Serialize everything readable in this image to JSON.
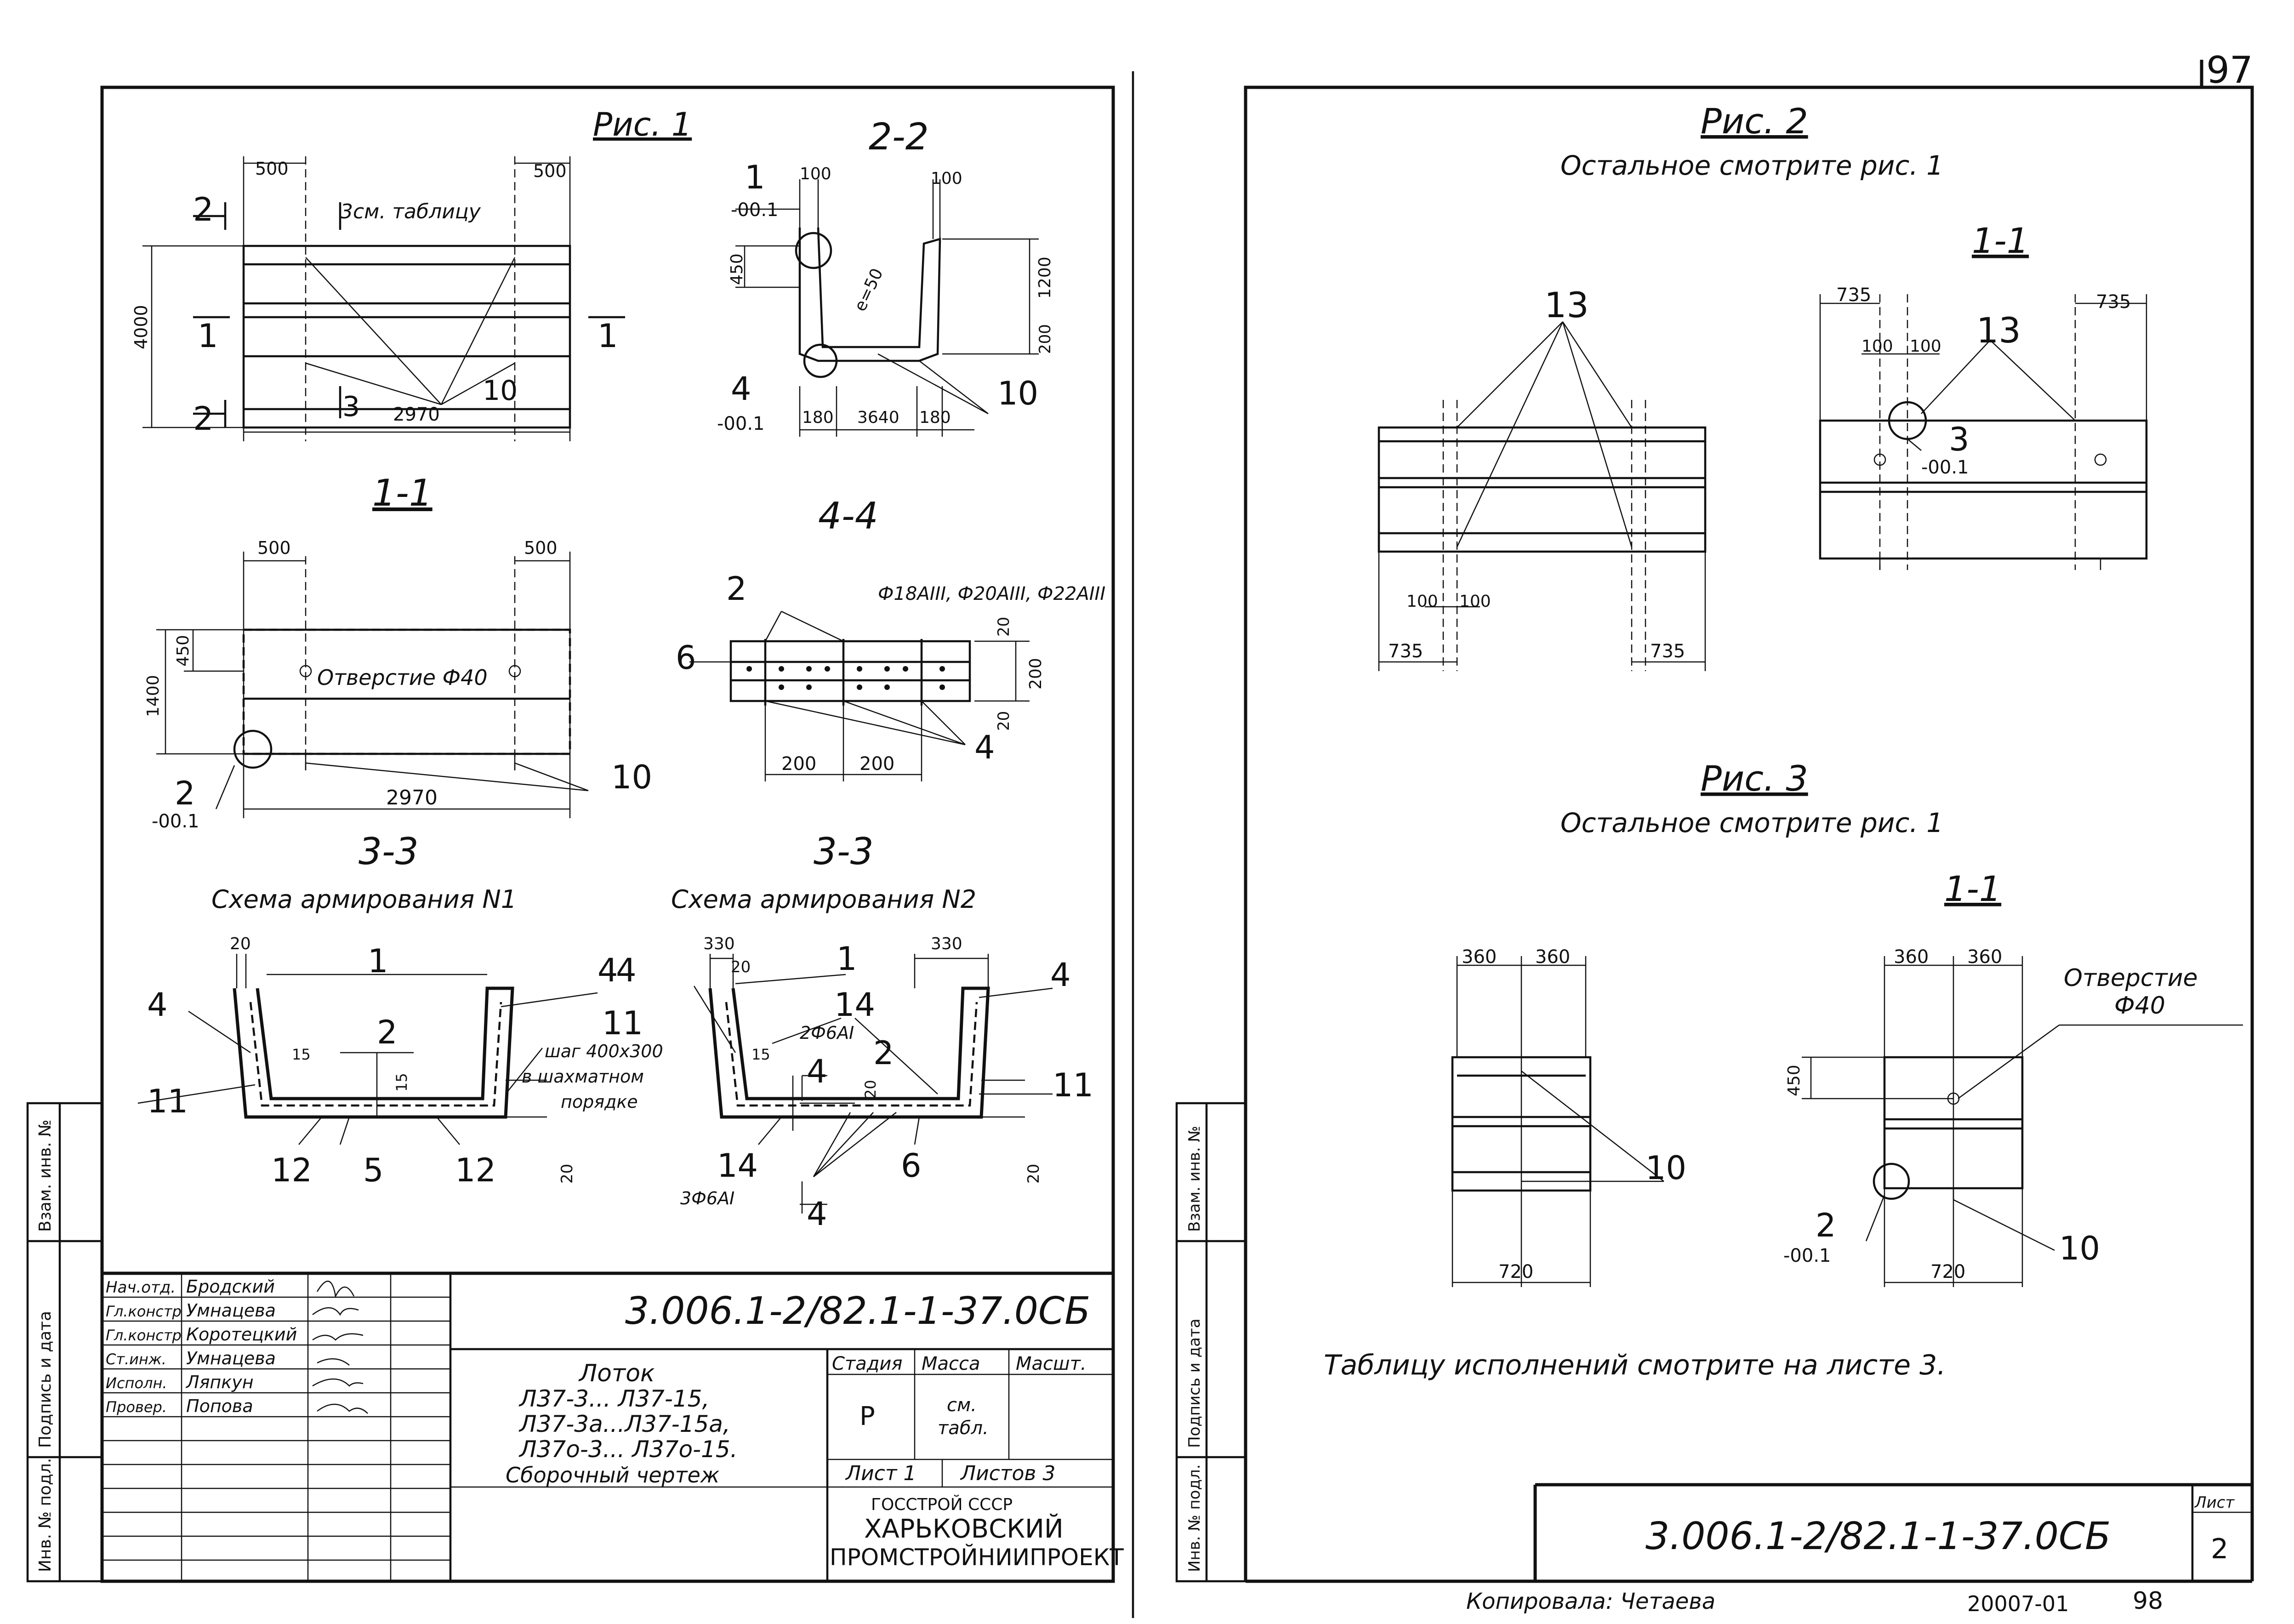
{
  "sheet_left": {
    "fig1_title": "Рис. 1",
    "sec_2_2": "2-2",
    "sec_1_1": "1-1",
    "sec_4_4": "4-4",
    "sec_3_3a": "3-3",
    "sec_3_3b": "3-3",
    "scheme1": "Схема армирования N1",
    "scheme2": "Схема армирования N2",
    "see_table": "3см. таблицу",
    "hole": "Отверстие Ф40",
    "bar_spec": "Ф18AIII, Ф20AIII, Ф22AIII",
    "step_note_1": "шаг 400x300",
    "step_note_2": "в шахматном",
    "step_note_3": "порядке",
    "rebar_a": "2Ф6AI",
    "rebar_b": "3Ф6AI",
    "dims": {
      "d500": "500",
      "d4000": "4000",
      "d2970": "2970",
      "d100": "100",
      "d450": "450",
      "d1200": "1200",
      "d200": "200",
      "d180": "180",
      "d3640": "3640",
      "d1400": "1400",
      "d20": "20",
      "d15": "15",
      "d330": "330",
      "e50": "e=50",
      "m001": "-00.1"
    },
    "marks": {
      "m1": "1",
      "m2": "2",
      "m3": "3",
      "m4": "4",
      "m5": "5",
      "m6": "6",
      "m10": "10",
      "m11": "11",
      "m12": "12",
      "m14": "14"
    }
  },
  "title_block": {
    "code": "3.006.1-2/82.1-1-37.0СБ",
    "staff": [
      {
        "role": "Нач.отд.",
        "name": "Бродский"
      },
      {
        "role": "Гл.констр",
        "name": "Умнацева"
      },
      {
        "role": "Гл.констр",
        "name": "Коротецкий"
      },
      {
        "role": "Ст.инж.",
        "name": "Умнацева"
      },
      {
        "role": "Исполн.",
        "name": "Ляпкун"
      },
      {
        "role": "Провер.",
        "name": "Попова"
      }
    ],
    "name_1": "Лоток",
    "name_2": "Л37-3... Л37-15,",
    "name_3": "Л37-3а...Л37-15а,",
    "name_4": "Л37о-3... Л37о-15.",
    "name_5": "Сборочный чертеж",
    "stage_label": "Стадия",
    "mass_label": "Масса",
    "scale_label": "Масшт.",
    "stage_value": "Р",
    "mass_value_1": "см.",
    "mass_value_2": "табл.",
    "sheet_label": "Лист 1",
    "sheets_label": "Листов 3",
    "org_1": "ГОССТРОЙ СССР",
    "org_2": "ХАРЬКОВСКИЙ",
    "org_3": "ПРОМСТРОЙНИИПРОЕКТ"
  },
  "side_stamp": {
    "inv_podl": "Инв. № подл.",
    "podpis": "Подпись и дата",
    "vzam": "Взам. инв. №"
  },
  "sheet_right": {
    "page_num_top": "97",
    "fig2_title": "Рис. 2",
    "fig2_note": "Остальное смотрите рис. 1",
    "fig2_sec": "1-1",
    "fig3_title": "Рис. 3",
    "fig3_note": "Остальное смотрите рис. 1",
    "fig3_sec": "1-1",
    "hole_1": "Отверстие",
    "hole_2": "Ф40",
    "table_note": "Таблицу исполнений смотрите на листе 3.",
    "dims": {
      "d735": "735",
      "d100": "100",
      "d360": "360",
      "d720": "720",
      "d450": "450",
      "m001": "-00.1"
    },
    "marks": {
      "m2": "2",
      "m3": "3",
      "m10": "10",
      "m13": "13"
    },
    "code": "3.006.1-2/82.1-1-37.0СБ",
    "list_label": "Лист",
    "list_value": "2",
    "copied": "Копировала: Четаева",
    "order_no": "20007-01",
    "page_num_bottom": "98"
  }
}
